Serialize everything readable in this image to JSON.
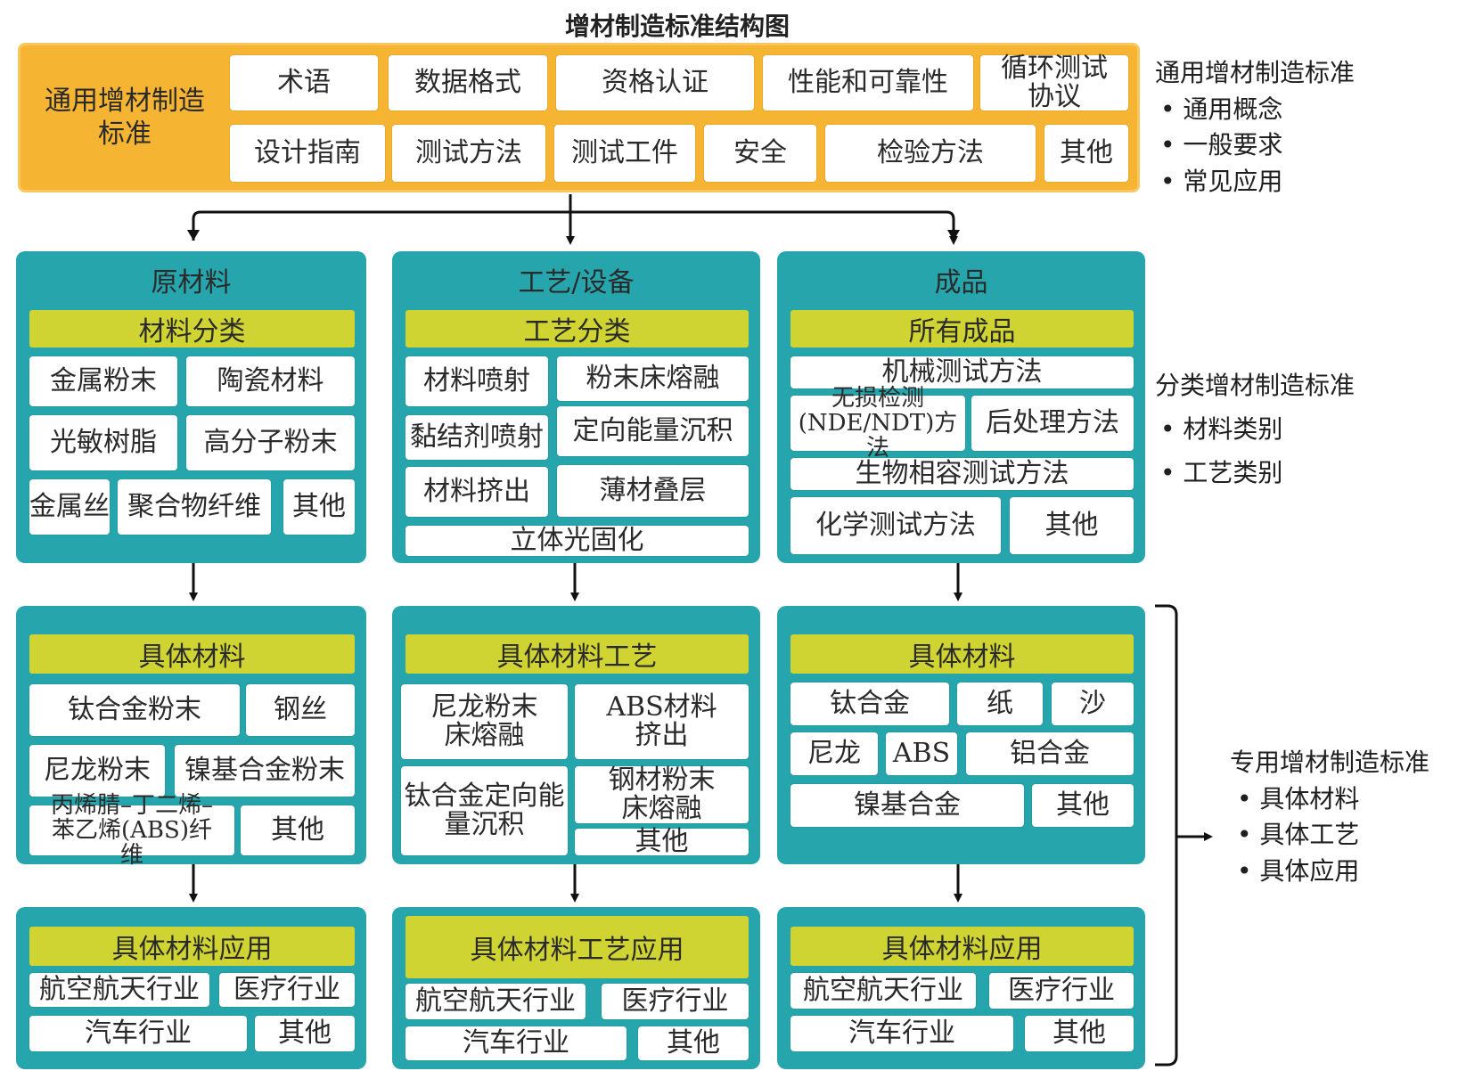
{
  "title": "增材制造标准结构图",
  "general": {
    "label": "通用增材制造标准",
    "cells": [
      "术语",
      "数据格式",
      "资格认证",
      "性能和可靠性",
      "循环测试协议",
      "设计指南",
      "测试方法",
      "测试工件",
      "安全",
      "检验方法",
      "其他"
    ]
  },
  "side": {
    "general": {
      "title": "通用增材制造标准",
      "items": [
        "通用概念",
        "一般要求",
        "常见应用"
      ]
    },
    "category": {
      "title": "分类增材制造标准",
      "items": [
        "材料类别",
        "工艺类别"
      ]
    },
    "specific": {
      "title": "专用增材制造标准",
      "items": [
        "具体材料",
        "具体工艺",
        "具体应用"
      ]
    }
  },
  "columns": [
    {
      "title": "原材料",
      "category": {
        "header": "材料分类",
        "cells": [
          "金属粉末",
          "陶瓷材料",
          "光敏树脂",
          "高分子粉末",
          "金属丝",
          "聚合物纤维",
          "其他"
        ]
      },
      "specific": {
        "header": "具体材料",
        "cells": [
          "钛合金粉末",
          "钢丝",
          "尼龙粉末",
          "镍基合金粉末",
          "丙烯腈–丁二烯–苯乙烯(ABS)纤维",
          "其他"
        ]
      },
      "application": {
        "header": "具体材料应用",
        "cells": [
          "航空航天行业",
          "医疗行业",
          "汽车行业",
          "其他"
        ]
      }
    },
    {
      "title": "工艺/设备",
      "category": {
        "header": "工艺分类",
        "cells": [
          "材料喷射",
          "粉末床熔融",
          "黏结剂喷射",
          "定向能量沉积",
          "材料挤出",
          "薄材叠层",
          "立体光固化"
        ]
      },
      "specific": {
        "header": "具体材料工艺",
        "cells": [
          "尼龙粉末床熔融",
          "ABS材料挤出",
          "钛合金定向能量沉积",
          "钢材粉末床熔融",
          "其他"
        ]
      },
      "application": {
        "header": "具体材料工艺应用",
        "cells": [
          "航空航天行业",
          "医疗行业",
          "汽车行业",
          "其他"
        ]
      }
    },
    {
      "title": "成品",
      "category": {
        "header": "所有成品",
        "cells": [
          "机械测试方法",
          "无损检测(NDE/NDT)方法",
          "后处理方法",
          "生物相容测试方法",
          "化学测试方法",
          "其他"
        ]
      },
      "specific": {
        "header": "具体材料",
        "cells": [
          "钛合金",
          "纸",
          "沙",
          "尼龙",
          "ABS",
          "铝合金",
          "镍基合金",
          "其他"
        ]
      },
      "application": {
        "header": "具体材料应用",
        "cells": [
          "航空航天行业",
          "医疗行业",
          "汽车行业",
          "其他"
        ]
      }
    }
  ]
}
